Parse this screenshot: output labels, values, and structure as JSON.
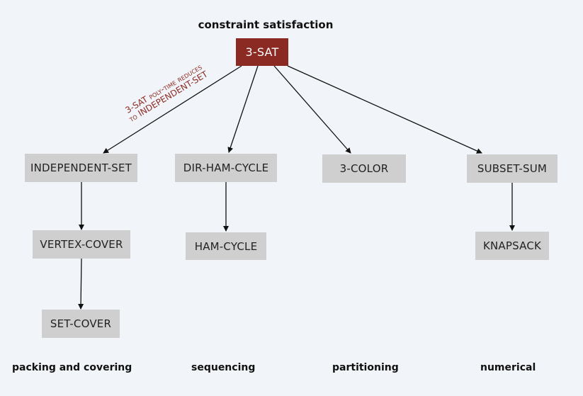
{
  "title": "constraint satisfaction",
  "root": "3-SAT",
  "nodes": {
    "independent_set": "INDEPENDENT-SET",
    "vertex_cover": "VERTEX-COVER",
    "set_cover": "SET-COVER",
    "dir_ham_cycle": "DIR-HAM-CYCLE",
    "ham_cycle": "HAM-CYCLE",
    "three_color": "3-COLOR",
    "subset_sum": "SUBSET-SUM",
    "knapsack": "KNAPSACK"
  },
  "annotation": {
    "line1": "3-SAT poly-time reduces",
    "line2": "to INDEPENDENT-SET"
  },
  "categories": {
    "packing": "packing and covering",
    "sequencing": "sequencing",
    "partitioning": "partitioning",
    "numerical": "numerical"
  },
  "colors": {
    "root_fill": "#8b2a22",
    "node_fill": "#cfcfcf",
    "background": "#f1f4f8",
    "annotation_text": "#8b2a22"
  }
}
